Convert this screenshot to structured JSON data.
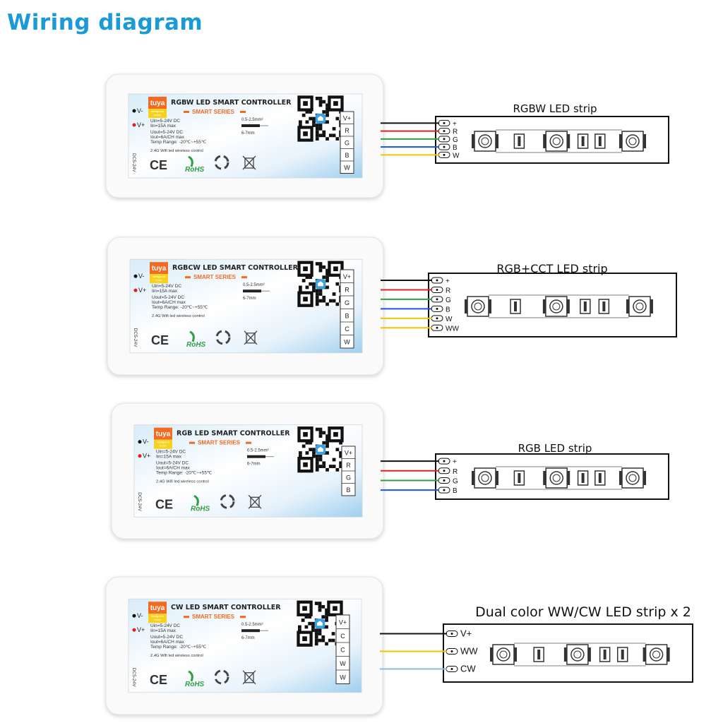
{
  "page": {
    "title": "Wiring diagram"
  },
  "common": {
    "brand": "tuya",
    "brand_sub": "Intelligence Inside",
    "series": "SMART SERIES",
    "v_minus": "V-",
    "v_plus": "V+",
    "uin": "Uin=5-24V DC",
    "iin": "Iin=15A max",
    "uout": "Uout=5-24V DC",
    "iout": "Iout=6A/CH max",
    "temp": "Temp Range: -20℃~+55℃",
    "wifi": "2.4G Wifi led wireless control",
    "wire_size": "0.5-2.5mm²",
    "strip_len": "6-7mm",
    "dc_label": "DC5-24V",
    "ce": "CE",
    "rohs": "RoHS"
  },
  "colors": {
    "accent": "#1a9ad6",
    "tuya_orange": "#f26b21",
    "wire_black": "#111111",
    "wire_red": "#e02020",
    "wire_green": "#2ea043",
    "wire_blue": "#2050e0",
    "wire_yellow": "#f2c400",
    "wire_lightblue": "#8fb8e8"
  },
  "controllers": [
    {
      "name": "RGBW LED SMART CONTROLLER",
      "terminals": [
        "V+",
        "R",
        "G",
        "B",
        "W"
      ],
      "strip_title": "RGBW LED strip",
      "strip_pins": [
        "+",
        "R",
        "G",
        "B",
        "W"
      ]
    },
    {
      "name": "RGBCW LED SMART CONTROLLER",
      "terminals": [
        "V+",
        "R",
        "G",
        "B",
        "C",
        "W"
      ],
      "strip_title": "RGB+CCT LED strip",
      "strip_pins": [
        "+",
        "R",
        "G",
        "B",
        "W",
        "WW"
      ]
    },
    {
      "name": "RGB LED SMART CONTROLLER",
      "terminals": [
        "V+",
        "R",
        "G",
        "B"
      ],
      "strip_title": "RGB  LED strip",
      "strip_pins": [
        "+",
        "R",
        "G",
        "B"
      ]
    },
    {
      "name": "CW LED SMART CONTROLLER",
      "terminals": [
        "V+",
        "C",
        "C",
        "W",
        "W"
      ],
      "strip_title": "Dual color WW/CW LED strip x 2",
      "strip_pins": [
        "V+",
        "WW",
        "CW"
      ]
    }
  ]
}
